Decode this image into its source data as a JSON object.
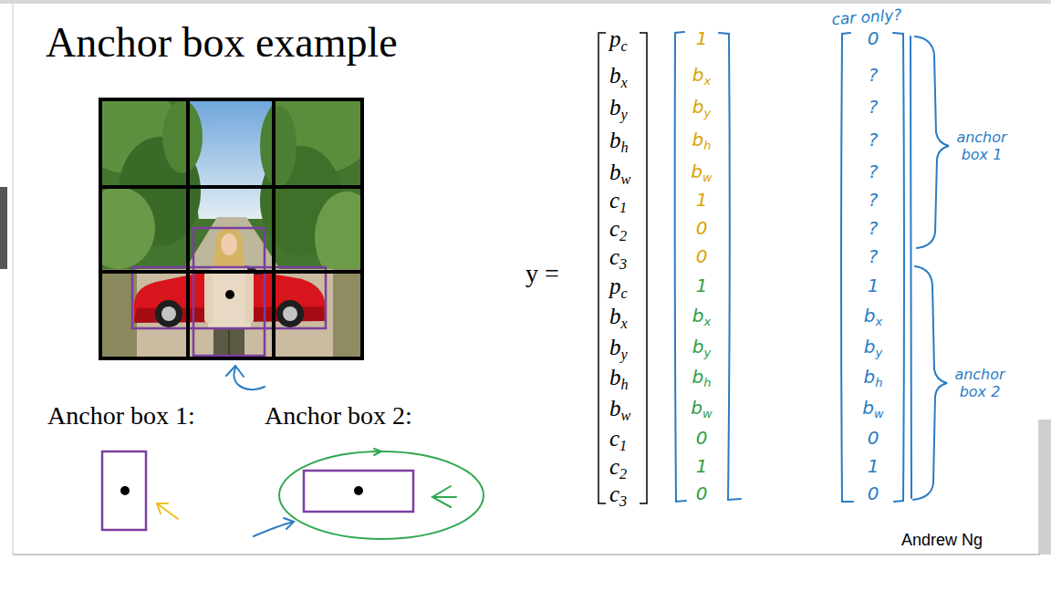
{
  "diagram": {
    "title": "Anchor box example",
    "labels": [
      "Anchor box 1:",
      "Anchor box 2:",
      "y =",
      "pc",
      "bx",
      "by",
      "bh",
      "bw",
      "c1",
      "c2",
      "c3",
      "pc",
      "bx",
      "by",
      "bh",
      "bw",
      "c1",
      "c2",
      "c3",
      "1",
      "bx",
      "by",
      "bh",
      "bw",
      "1",
      "0",
      "0",
      "1",
      "bx",
      "by",
      "bh",
      "bw",
      "0",
      "1",
      "0",
      "car only?",
      "0",
      "?",
      "?",
      "?",
      "?",
      "?",
      "?",
      "?",
      "1",
      "bx",
      "by",
      "bh",
      "bw",
      "0",
      "1",
      "0",
      "anchor box 1",
      "anchor box 2",
      "Andrew Ng"
    ]
  }
}
